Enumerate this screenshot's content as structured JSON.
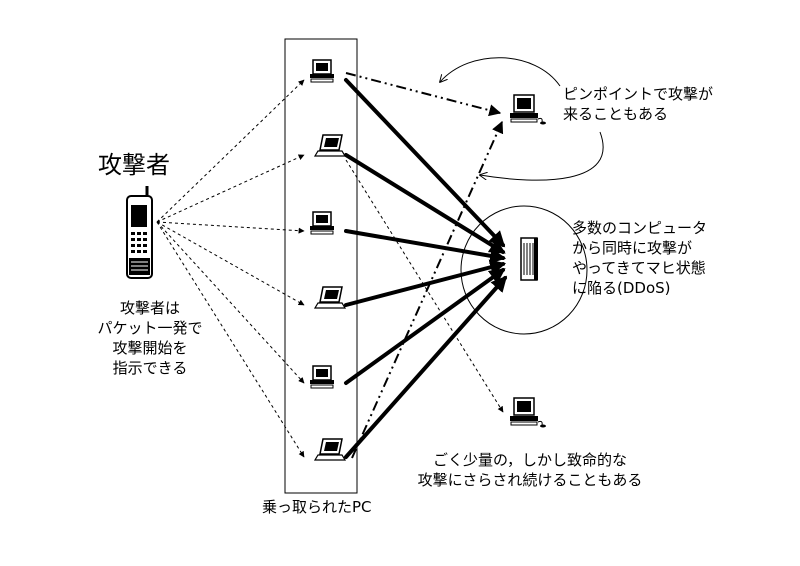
{
  "attacker": {
    "title": "攻撃者",
    "caption": [
      "攻撃者は",
      "パケット一発で",
      "攻撃開始を",
      "指示できる"
    ]
  },
  "botnet": {
    "caption": "乗っ取られたPC"
  },
  "notes": {
    "pinpoint": [
      "ピンポイントで攻撃が",
      "来ることもある"
    ],
    "ddos": [
      "多数のコンピュータ",
      "から同時に攻撃が",
      "やってきてマヒ状態",
      "に陥る(DDoS)"
    ],
    "small": [
      "ごく少量の，しかし致命的な",
      "攻撃にさらされ続けることもある"
    ]
  },
  "icons": {
    "attacker_device": "mobile-phone-icon",
    "bot": "computer-icon",
    "target_server": "server-icon",
    "target_pc": "computer-icon"
  }
}
